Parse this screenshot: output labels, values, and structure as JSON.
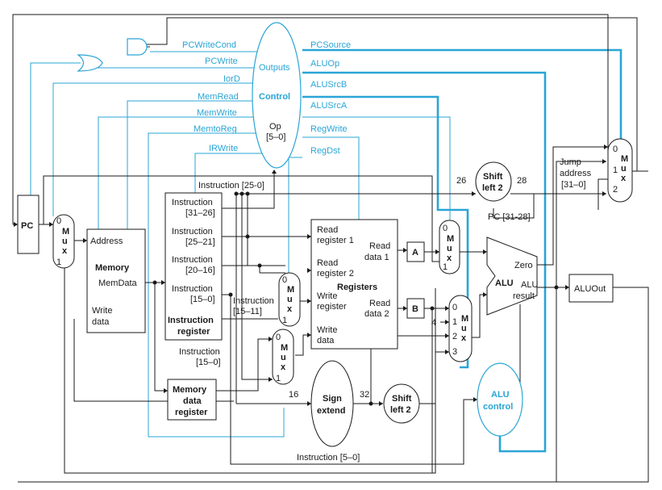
{
  "control": {
    "outputs_label": "Outputs",
    "name": "Control",
    "op_label": "Op",
    "op_bits": "[5–0]",
    "signals_left": [
      "PCWriteCond",
      "PCWrite",
      "IorD",
      "MemRead",
      "MemWrite",
      "MemtoReg",
      "IRWrite"
    ],
    "signals_right": [
      "PCSource",
      "ALUOp",
      "ALUSrcB",
      "ALUSrcA",
      "RegWrite",
      "RegDst"
    ]
  },
  "pc": {
    "label": "PC"
  },
  "mux": {
    "label_letters": [
      "M",
      "u",
      "x"
    ],
    "zero": "0",
    "one": "1",
    "two": "2",
    "three": "3"
  },
  "memory": {
    "address": "Address",
    "title": "Memory",
    "memdata": "MemData",
    "write_data_1": "Write",
    "write_data_2": "data"
  },
  "instruction_register": {
    "fields": [
      {
        "line1": "Instruction",
        "line2": "[31–26]"
      },
      {
        "line1": "Instruction",
        "line2": "[25–21]"
      },
      {
        "line1": "Instruction",
        "line2": "[20–16]"
      },
      {
        "line1": "Instruction",
        "line2": "[15–0]"
      }
    ],
    "title_1": "Instruction",
    "title_2": "register"
  },
  "instr_labels": {
    "top": "Instruction [25-0]",
    "mid_1": "Instruction",
    "mid_2": "[15–11]",
    "low_1": "Instruction",
    "low_2": "[15–0]",
    "bottom": "Instruction [5–0]"
  },
  "mdr": {
    "l1": "Memory",
    "l2": "data",
    "l3": "register"
  },
  "registers": {
    "read_reg_1": [
      "Read",
      "register 1"
    ],
    "read_reg_2": [
      "Read",
      "register 2"
    ],
    "write_reg": [
      "Write",
      "register"
    ],
    "write_data": [
      "Write",
      "data"
    ],
    "read_data_1": [
      "Read",
      "data 1"
    ],
    "read_data_2": [
      "Read",
      "data 2"
    ],
    "title": "Registers"
  },
  "reg_a": "A",
  "reg_b": "B",
  "const_four": "4",
  "sign_extend": {
    "l1": "Sign",
    "l2": "extend",
    "in_bits": "16",
    "out_bits": "32"
  },
  "shift_left_lower": {
    "l1": "Shift",
    "l2": "left 2"
  },
  "shift_left_upper": {
    "l1": "Shift",
    "l2": "left 2",
    "in_bits": "26",
    "out_bits": "28"
  },
  "pc_bits": "PC [31-28]",
  "jump_address": {
    "l1": "Jump",
    "l2": "address",
    "l3": "[31–0]"
  },
  "alu": {
    "name": "ALU",
    "zero": "Zero",
    "result_1": "ALU",
    "result_2": "result"
  },
  "alu_control": {
    "l1": "ALU",
    "l2": "control"
  },
  "aluout": "ALUOut",
  "colors": {
    "control_blue": "#2aa5d6",
    "wire": "#1a1a1a"
  }
}
